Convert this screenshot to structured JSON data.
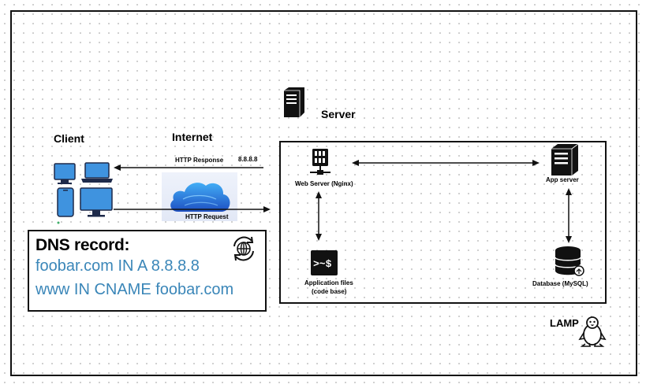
{
  "labels": {
    "client": "Client",
    "internet": "Internet",
    "server": "Server",
    "lamp": "LAMP"
  },
  "connections": {
    "http_response": "HTTP Response",
    "http_request": "HTTP Request",
    "ip_address": "8.8.8.8"
  },
  "server_components": {
    "web_server": "Web Server (Nginx)",
    "app_server": "App server",
    "app_files_line1": "Application files",
    "app_files_line2": "(code base)",
    "database": "Database (MySQL)"
  },
  "dns": {
    "title": "DNS record:",
    "record_a": "foobar.com IN A 8.8.8.8",
    "record_cname": "www IN CNAME foobar.com",
    "text_color": "#3a86b8"
  },
  "icons": {
    "server": "server-tower-icon",
    "web_server": "network-server-icon",
    "app_server": "server-tower-icon",
    "app_files": "terminal-icon",
    "database": "database-icon",
    "client": "devices-icon",
    "internet": "cloud-icon",
    "dns": "globe-refresh-icon",
    "lamp": "linux-penguin-icon"
  }
}
